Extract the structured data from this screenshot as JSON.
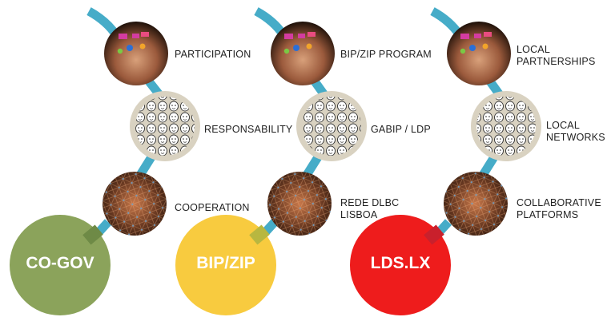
{
  "colors": {
    "connector": "#46acc8",
    "cogov": "#8ba35b",
    "bipzip": "#f8cb3f",
    "ldslx": "#ee1c1c",
    "text": "#222222"
  },
  "columns": [
    {
      "hub": "CO-GOV",
      "items": [
        {
          "icon": "raised-hands-icon",
          "label": "PARTICIPATION"
        },
        {
          "icon": "crowd-faces-icon",
          "label": "RESPONSABILITY"
        },
        {
          "icon": "network-mesh-icon",
          "label": "COOPERATION"
        }
      ]
    },
    {
      "hub": "BIP/ZIP",
      "items": [
        {
          "icon": "raised-hands-icon",
          "label": "BIP/ZIP PROGRAM"
        },
        {
          "icon": "crowd-faces-icon",
          "label": "GABIP / LDP"
        },
        {
          "icon": "network-mesh-icon",
          "label": "REDE DLBC\nLISBOA"
        }
      ]
    },
    {
      "hub": "LDS.LX",
      "items": [
        {
          "icon": "raised-hands-icon",
          "label": "LOCAL\nPARTNERSHIPS"
        },
        {
          "icon": "crowd-faces-icon",
          "label": "LOCAL\nNETWORKS"
        },
        {
          "icon": "network-mesh-icon",
          "label": "COLLABORATIVE\nPLATFORMS"
        }
      ]
    }
  ]
}
